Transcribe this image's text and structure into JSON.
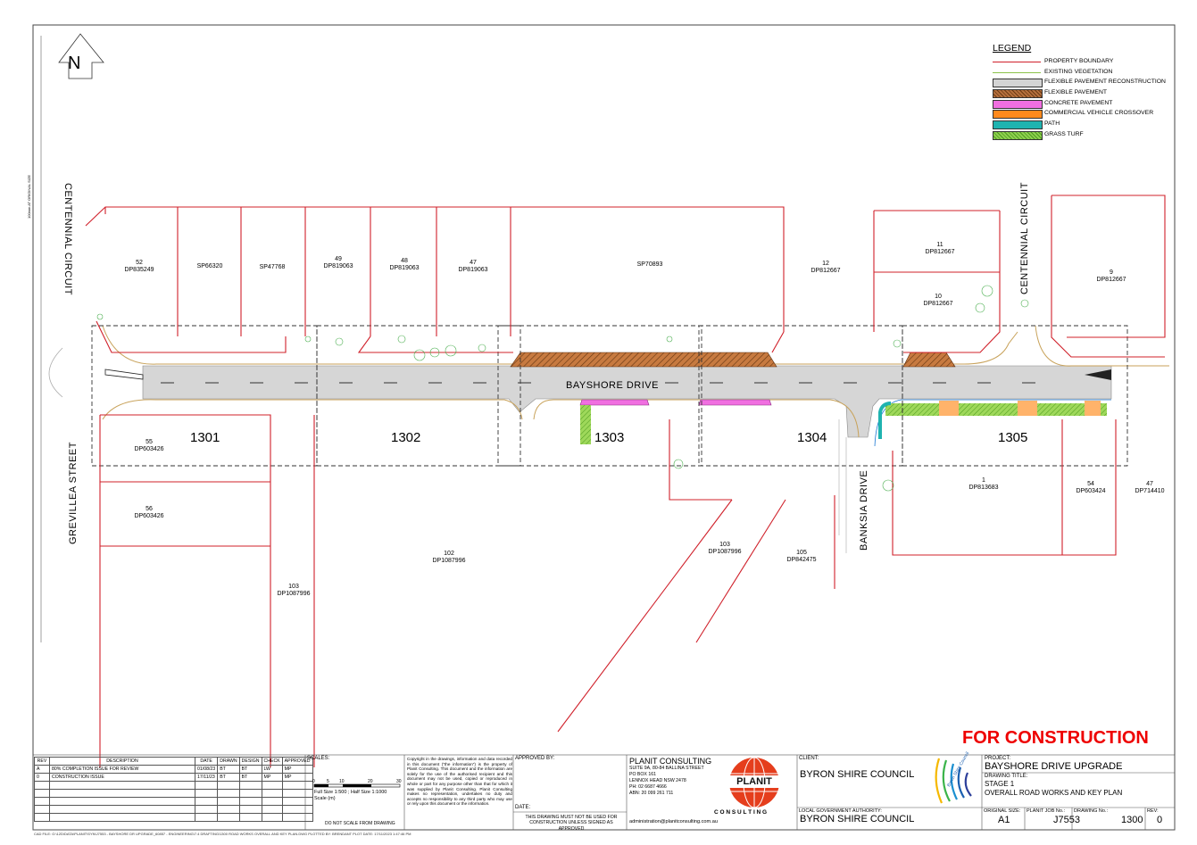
{
  "north_label": "N",
  "legend": {
    "title": "LEGEND",
    "items": [
      {
        "label": "PROPERTY BOUNDARY",
        "color": "#d0202a",
        "style": "line"
      },
      {
        "label": "EXISTING VEGETATION",
        "color": "#8bc34a",
        "style": "thinline"
      },
      {
        "label": "FLEXIBLE PAVEMENT RECONSTRUCTION",
        "color": "#d4d4d4",
        "style": "fill"
      },
      {
        "label": "FLEXIBLE PAVEMENT",
        "color": "#b5703d",
        "style": "hatch"
      },
      {
        "label": "CONCRETE PAVEMENT",
        "color": "#f06fe0",
        "style": "fill"
      },
      {
        "label": "COMMERCIAL VEHICLE CROSSOVER",
        "color": "#ff8a1e",
        "style": "fill"
      },
      {
        "label": "PATH",
        "color": "#1fb3b0",
        "style": "fill"
      },
      {
        "label": "GRASS TURF",
        "color": "#8fd14f",
        "style": "hatchgreen"
      }
    ]
  },
  "streets": {
    "bayshore": "BAYSHORE DRIVE",
    "centennial_left": "CENTENNIAL CIRCUIT",
    "centennial_right": "CENTENNIAL CIRCUIT",
    "grevillea": "GREVILLEA STREET",
    "banksia": "BANKSIA DRIVE"
  },
  "sheets": [
    "1301",
    "1302",
    "1303",
    "1304",
    "1305"
  ],
  "lots_north": [
    {
      "lot": "52",
      "dp": "DP835249"
    },
    {
      "lot": "",
      "dp": "SP66320"
    },
    {
      "lot": "",
      "dp": "SP47768"
    },
    {
      "lot": "49",
      "dp": "DP819063"
    },
    {
      "lot": "48",
      "dp": "DP819063"
    },
    {
      "lot": "47",
      "dp": "DP819063"
    },
    {
      "lot": "",
      "dp": "SP70893"
    },
    {
      "lot": "12",
      "dp": "DP812667"
    },
    {
      "lot": "11",
      "dp": "DP812667"
    },
    {
      "lot": "10",
      "dp": "DP812667"
    },
    {
      "lot": "9",
      "dp": "DP812667"
    }
  ],
  "lots_south": [
    {
      "lot": "55",
      "dp": "DP603426"
    },
    {
      "lot": "56",
      "dp": "DP603426"
    },
    {
      "lot": "103",
      "dp": "DP1087996"
    },
    {
      "lot": "102",
      "dp": "DP1087996"
    },
    {
      "lot": "103",
      "dp": "DP1087996"
    },
    {
      "lot": "105",
      "dp": "DP842475"
    },
    {
      "lot": "1",
      "dp": "DP813683"
    },
    {
      "lot": "54",
      "dp": "DP603424"
    },
    {
      "lot": "47",
      "dp": "DP714410"
    }
  ],
  "stamp": "FOR CONSTRUCTION",
  "side_note": "100mm AT ORIGINAL SIZE",
  "revisions": {
    "headers": [
      "REV",
      "DESCRIPTION",
      "DATE",
      "DRAWN",
      "DESIGN",
      "CHECK",
      "APPROVED"
    ],
    "rows": [
      [
        "A",
        "80% COMPLETION ISSUE FOR REVIEW",
        "01/08/23",
        "BT",
        "BT",
        "LW",
        "MP"
      ],
      [
        "0",
        "CONSTRUCTION ISSUE",
        "17/11/23",
        "BT",
        "BT",
        "MP",
        "MP"
      ]
    ]
  },
  "scales": {
    "title": "SCALES:",
    "ticks": [
      "0",
      "5",
      "10",
      "20",
      "30"
    ],
    "caption": "Full Size 1:500 ; Half Size 1:1000",
    "unit": "Scale (m)",
    "note": "DO NOT SCALE FROM DRAWING"
  },
  "copyright": "Copyright in the drawings, information and data recorded in this document (\"the information\") is the property of Planit Consulting. This document and the information are solely for the use of the authorised recipient and this document may not be used, copied or reproduced in whole or part for any purpose other than that for which it was supplied by Planit Consulting. Planit Consulting makes no representation, undertakes no duty and accepts no responsibility to any third party who may use or rely upon this document or the information.",
  "approval": {
    "approved_by": "APPROVED BY:",
    "date": "DATE:",
    "note": "THIS DRAWING MUST NOT BE USED FOR CONSTRUCTION UNLESS SIGNED AS APPROVED"
  },
  "consultant": {
    "name": "PLANIT CONSULTING",
    "address1": "SUITE 9A, 80-84 BALLINA STREET",
    "address2": "PO BOX 161",
    "address3": "LENNOX HEAD NSW 2478",
    "phone": "PH: 02 6687 4666",
    "abn": "ABN: 20 099 261 711",
    "email": "administration@planitconsulting.com.au",
    "logo_text": "PLANIT",
    "logo_sub": "C O N S U L T I N G"
  },
  "client": {
    "label": "CLIENT:",
    "name": "BYRON SHIRE COUNCIL",
    "lga_label": "LOCAL GOVERNMENT AUTHORITY:",
    "lga_name": "BYRON SHIRE COUNCIL",
    "logo_text": "Byron Shire Council"
  },
  "project": {
    "label": "PROJECT:",
    "name": "BAYSHORE DRIVE UPGRADE",
    "title_label": "DRAWING TITLE:",
    "title1": "STAGE 1",
    "title2": "OVERALL ROAD WORKS AND KEY PLAN"
  },
  "sheet_info": {
    "size_label": "ORIGINAL SIZE:",
    "size": "A1",
    "job_label": "PLANIT JOB No.:",
    "job": "J7553",
    "dwg_label": "DRAWING No.:",
    "dwg": "1300",
    "rev_label": "REV:",
    "rev": "0"
  },
  "cad_file": "CAD FILE: G:\\12D\\DATA\\PLANIT\\SYN\\J7553 - BAYSHORE DR UPGRADE_60857 - ENGINEERING\\7.4 DRAFTING\\1300 ROAD WORKS OVERALL AND KEY PLAN.DWG PLOTTED BY: BRENDANT  PLOT DATE: 17/11/2023 1:47:46 PM"
}
